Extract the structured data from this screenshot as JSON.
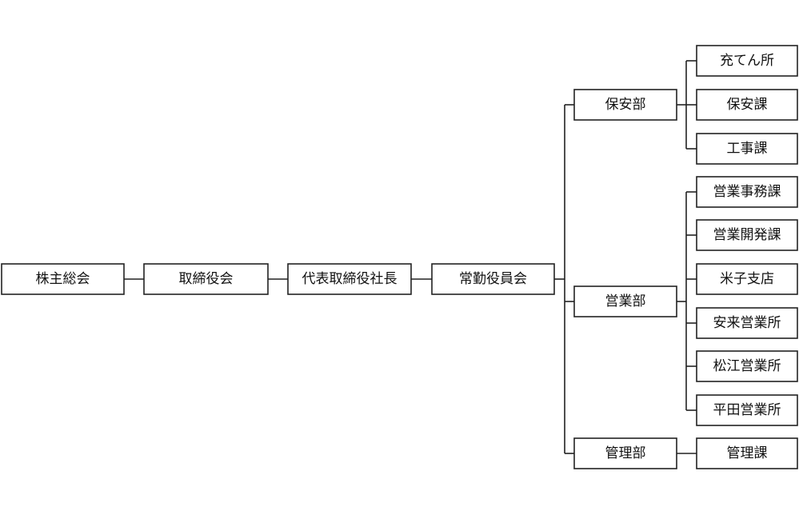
{
  "chain": [
    {
      "id": "shareholders",
      "label": "株主総会"
    },
    {
      "id": "board",
      "label": "取締役会"
    },
    {
      "id": "president",
      "label": "代表取締役社長"
    },
    {
      "id": "executive",
      "label": "常勤役員会"
    }
  ],
  "departments": [
    {
      "id": "security",
      "label": "保安部",
      "sections": [
        {
          "id": "filling",
          "label": "充てん所"
        },
        {
          "id": "security-section",
          "label": "保安課"
        },
        {
          "id": "construction",
          "label": "工事課"
        }
      ]
    },
    {
      "id": "sales",
      "label": "営業部",
      "sections": [
        {
          "id": "sales-admin",
          "label": "営業事務課"
        },
        {
          "id": "sales-dev",
          "label": "営業開発課"
        },
        {
          "id": "yonago",
          "label": "米子支店"
        },
        {
          "id": "yasugi",
          "label": "安来営業所"
        },
        {
          "id": "matsue",
          "label": "松江営業所"
        },
        {
          "id": "hirata",
          "label": "平田営業所"
        }
      ]
    },
    {
      "id": "management",
      "label": "管理部",
      "sections": [
        {
          "id": "management-section",
          "label": "管理課"
        }
      ]
    }
  ]
}
